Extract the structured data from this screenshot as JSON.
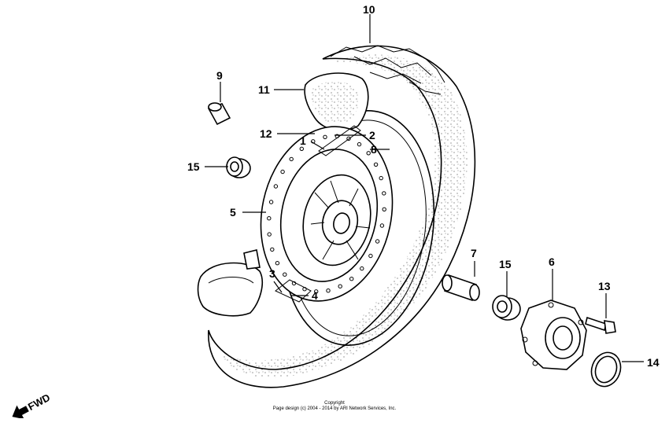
{
  "callouts": {
    "c1": "1",
    "c2": "2",
    "c3": "3",
    "c4": "4",
    "c5": "5",
    "c6": "6",
    "c7": "7",
    "c8": "8",
    "c9": "9",
    "c10": "10",
    "c11": "11",
    "c12": "12",
    "c13": "13",
    "c14": "14",
    "c15a": "15",
    "c15b": "15"
  },
  "direction": {
    "label": "FWD"
  },
  "footer": {
    "line1": "Copyright",
    "line2": "Page design (c) 2004 - 2014 by ARI Network Services, Inc."
  }
}
